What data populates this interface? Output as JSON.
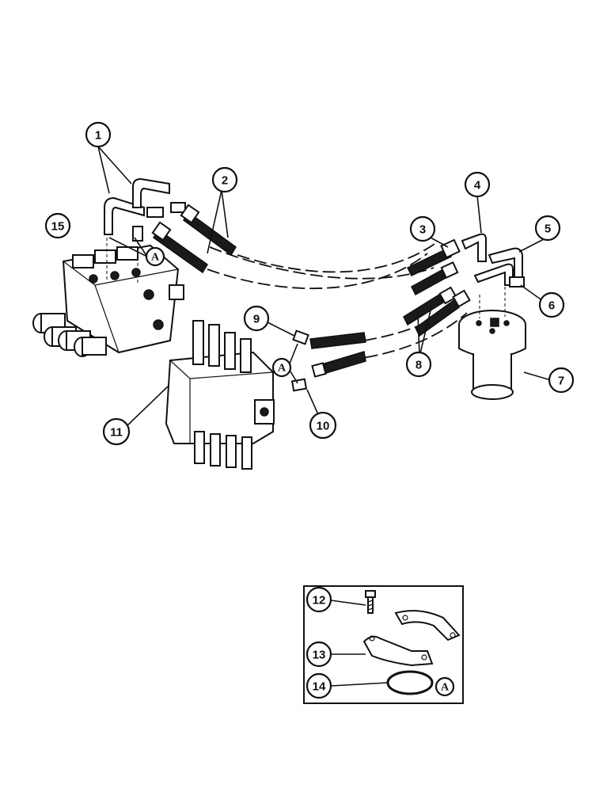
{
  "callouts": [
    {
      "id": "c1",
      "label": "1"
    },
    {
      "id": "c2",
      "label": "2"
    },
    {
      "id": "c3",
      "label": "3"
    },
    {
      "id": "c4",
      "label": "4"
    },
    {
      "id": "c5",
      "label": "5"
    },
    {
      "id": "c6",
      "label": "6"
    },
    {
      "id": "c7",
      "label": "7"
    },
    {
      "id": "c8",
      "label": "8"
    },
    {
      "id": "c9",
      "label": "9"
    },
    {
      "id": "c10",
      "label": "10"
    },
    {
      "id": "c11",
      "label": "11"
    },
    {
      "id": "c12",
      "label": "12"
    },
    {
      "id": "c13",
      "label": "13"
    },
    {
      "id": "c14",
      "label": "14"
    },
    {
      "id": "c15",
      "label": "15"
    }
  ],
  "reference_marker": "A"
}
